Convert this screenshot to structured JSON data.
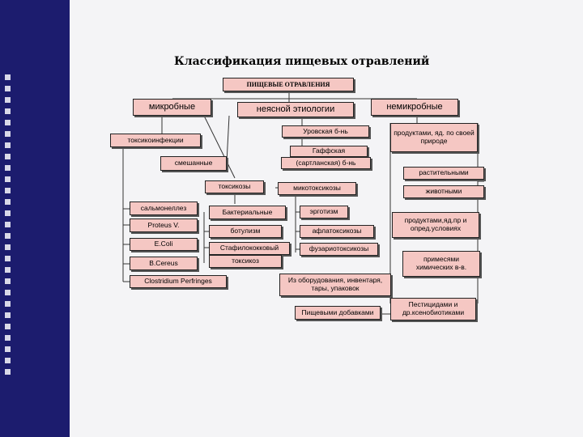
{
  "title": "Классификация пищевых отравлений",
  "nodes": {
    "root": "ПИЩЕВЫЕ ОТРАВЛЕНИЯ",
    "microbial": "микробные",
    "unknown": "неясной этиологии",
    "nonmicrobial": "немикробные",
    "toxicoinfections": "токсикоинфекции",
    "mixed": "смешанные",
    "toxicoses": "токсикозы",
    "salmonella": "сальмонеллез",
    "proteus": "Proteus V.",
    "ecoli": "E.Coli",
    "bcereus": "B.Cereus",
    "clostridium": "Clostridium Perfringes",
    "bacterial": "Бактериальные",
    "botulism": "ботулизм",
    "staph": "Стафилококковый",
    "toxicos": "токсикоз",
    "mycotox": "микотоксикозы",
    "ergotism": "эрготизм",
    "aflatox": "афлатоксикозы",
    "fusariotox": "фузариотоксикозы",
    "urov": "Уровская б-нь",
    "gaff": "Гаффская",
    "sartlan": "(сартланская) б-нь",
    "nat_products": "продуктами, яд. по своей природе",
    "plant": "растительными",
    "animal": "животными",
    "cond_products": "продуктами,яд.пр и опред.условиях",
    "admixtures": "примесями химических в-в.",
    "equipment": "Из оборудования, инвентаря, тары, упаковок",
    "additives": "Пищевыми добавками",
    "pesticides": "Пестицидами и др.ксенобиотиками"
  }
}
